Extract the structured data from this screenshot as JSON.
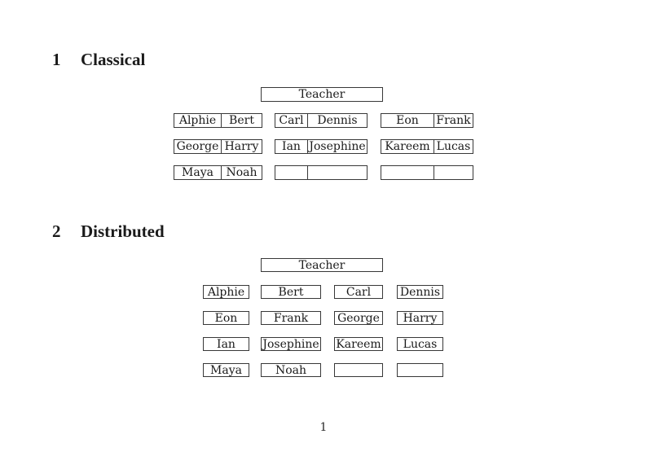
{
  "page": {
    "number": "1",
    "background_color": "#ffffff",
    "text_color": "#1a1a1a",
    "box_border_color": "#383838"
  },
  "sections": [
    {
      "number": "1",
      "title": "Classical",
      "teacher_label": "Teacher",
      "rows": [
        {
          "desks": [
            {
              "left": "Alphie",
              "right": "Bert"
            },
            {
              "left": "Carl",
              "right": "Dennis"
            },
            {
              "left": "Eon",
              "right": "Frank"
            }
          ]
        },
        {
          "desks": [
            {
              "left": "George",
              "right": "Harry"
            },
            {
              "left": "Ian",
              "right": "Josephine"
            },
            {
              "left": "Kareem",
              "right": "Lucas"
            }
          ]
        },
        {
          "desks": [
            {
              "left": "Maya",
              "right": "Noah"
            },
            {
              "left": "",
              "right": ""
            },
            {
              "left": "",
              "right": ""
            }
          ]
        }
      ]
    },
    {
      "number": "2",
      "title": "Distributed",
      "teacher_label": "Teacher",
      "rows": [
        {
          "seats": [
            "Alphie",
            "Bert",
            "Carl",
            "Dennis"
          ]
        },
        {
          "seats": [
            "Eon",
            "Frank",
            "George",
            "Harry"
          ]
        },
        {
          "seats": [
            "Ian",
            "Josephine",
            "Kareem",
            "Lucas"
          ]
        },
        {
          "seats": [
            "Maya",
            "Noah",
            "",
            ""
          ]
        }
      ]
    }
  ]
}
